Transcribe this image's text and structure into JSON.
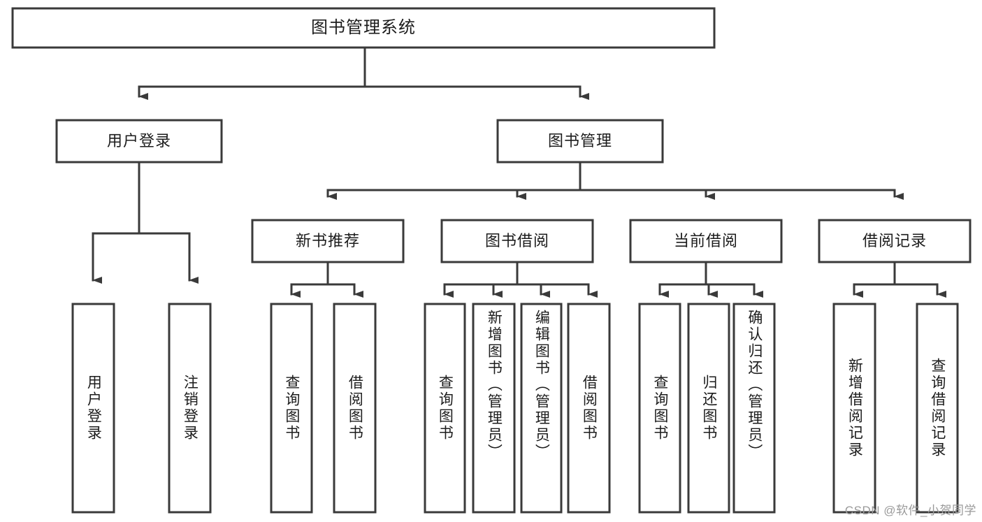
{
  "diagram": {
    "type": "tree-hierarchy",
    "title": "图书管理系统",
    "watermark": "CSDN @软件_小贺同学",
    "colors": {
      "stroke": "#3a3a3a",
      "box_fill": "#ffffff",
      "text": "#1c1c1c",
      "watermark": "#9a9a9a",
      "background": "#ffffff"
    },
    "levels": {
      "root": {
        "label": "图书管理系统",
        "orientation": "horizontal"
      },
      "level2": [
        {
          "label": "用户登录",
          "orientation": "horizontal"
        },
        {
          "label": "图书管理",
          "orientation": "horizontal"
        }
      ],
      "level3": [
        {
          "label": "新书推荐",
          "orientation": "horizontal"
        },
        {
          "label": "图书借阅",
          "orientation": "horizontal"
        },
        {
          "label": "当前借阅",
          "orientation": "horizontal"
        },
        {
          "label": "借阅记录",
          "orientation": "horizontal"
        }
      ],
      "leaves": [
        {
          "label": "用户登录",
          "orientation": "vertical",
          "parent": "用户登录"
        },
        {
          "label": "注销登录",
          "orientation": "vertical",
          "parent": "用户登录"
        },
        {
          "label": "查询图书",
          "orientation": "vertical",
          "parent": "新书推荐"
        },
        {
          "label": "借阅图书",
          "orientation": "vertical",
          "parent": "新书推荐"
        },
        {
          "label": "查询图书",
          "orientation": "vertical",
          "parent": "图书借阅"
        },
        {
          "label": "新增图书（管理员）",
          "orientation": "vertical",
          "parent": "图书借阅"
        },
        {
          "label": "编辑图书（管理员）",
          "orientation": "vertical",
          "parent": "图书借阅"
        },
        {
          "label": "借阅图书",
          "orientation": "vertical",
          "parent": "图书借阅"
        },
        {
          "label": "查询图书",
          "orientation": "vertical",
          "parent": "当前借阅"
        },
        {
          "label": "归还图书",
          "orientation": "vertical",
          "parent": "当前借阅"
        },
        {
          "label": "确认归还（管理员）",
          "orientation": "vertical",
          "parent": "当前借阅"
        },
        {
          "label": "新增借阅记录",
          "orientation": "vertical",
          "parent": "借阅记录"
        },
        {
          "label": "查询借阅记录",
          "orientation": "vertical",
          "parent": "借阅记录"
        }
      ]
    }
  }
}
